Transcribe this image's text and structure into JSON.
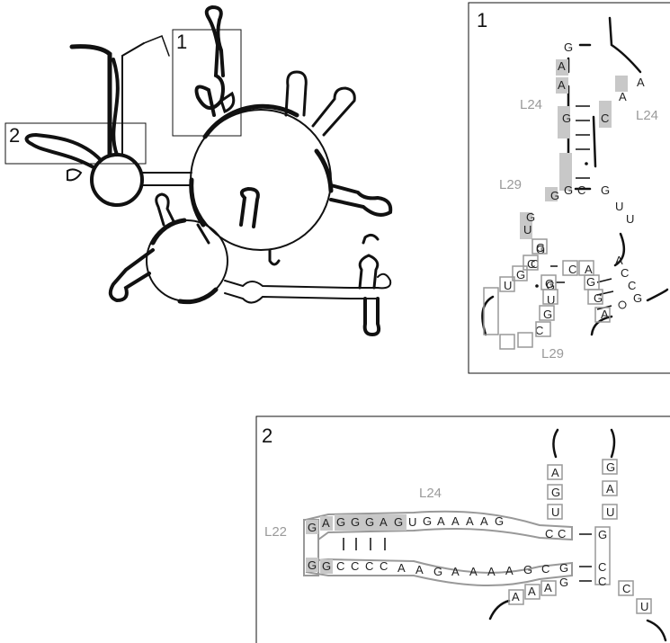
{
  "overview": {
    "callouts": [
      "1",
      "2"
    ]
  },
  "panel1": {
    "number": "1",
    "labels": {
      "l24_left": "L24",
      "l24_right": "L24",
      "l29_top": "L29",
      "l29_bottom": "L29"
    },
    "nts": [
      "G",
      "A",
      "A",
      "G",
      "G",
      "C",
      "A",
      "A",
      "C",
      "U",
      "A",
      "G",
      "C",
      "U",
      "G",
      "U",
      "G",
      "U",
      "G",
      "C",
      "C",
      "A",
      "A",
      "G",
      "G",
      "U",
      "C",
      "C",
      "G",
      "G",
      "A",
      "C"
    ]
  },
  "panel2": {
    "number": "2",
    "labels": {
      "l22": "L22",
      "l24": "L24"
    },
    "top_strand": [
      "G",
      "A",
      "G",
      "G",
      "G",
      "A",
      "G",
      "U",
      "G",
      "A",
      "A",
      "A",
      "A",
      "G",
      "C",
      "C"
    ],
    "bottom_strand": [
      "G",
      "G",
      "C",
      "C",
      "C",
      "C",
      "A",
      "A",
      "G",
      "A",
      "A",
      "A",
      "A",
      "G",
      "C",
      "G"
    ],
    "side_bottom": [
      "A",
      "A",
      "A",
      "G"
    ],
    "right_col1": [
      "A",
      "G",
      "U"
    ],
    "right_col2": [
      "G",
      "A",
      "U",
      "G",
      "C",
      "C"
    ],
    "right_tail": [
      "C",
      "U"
    ]
  }
}
